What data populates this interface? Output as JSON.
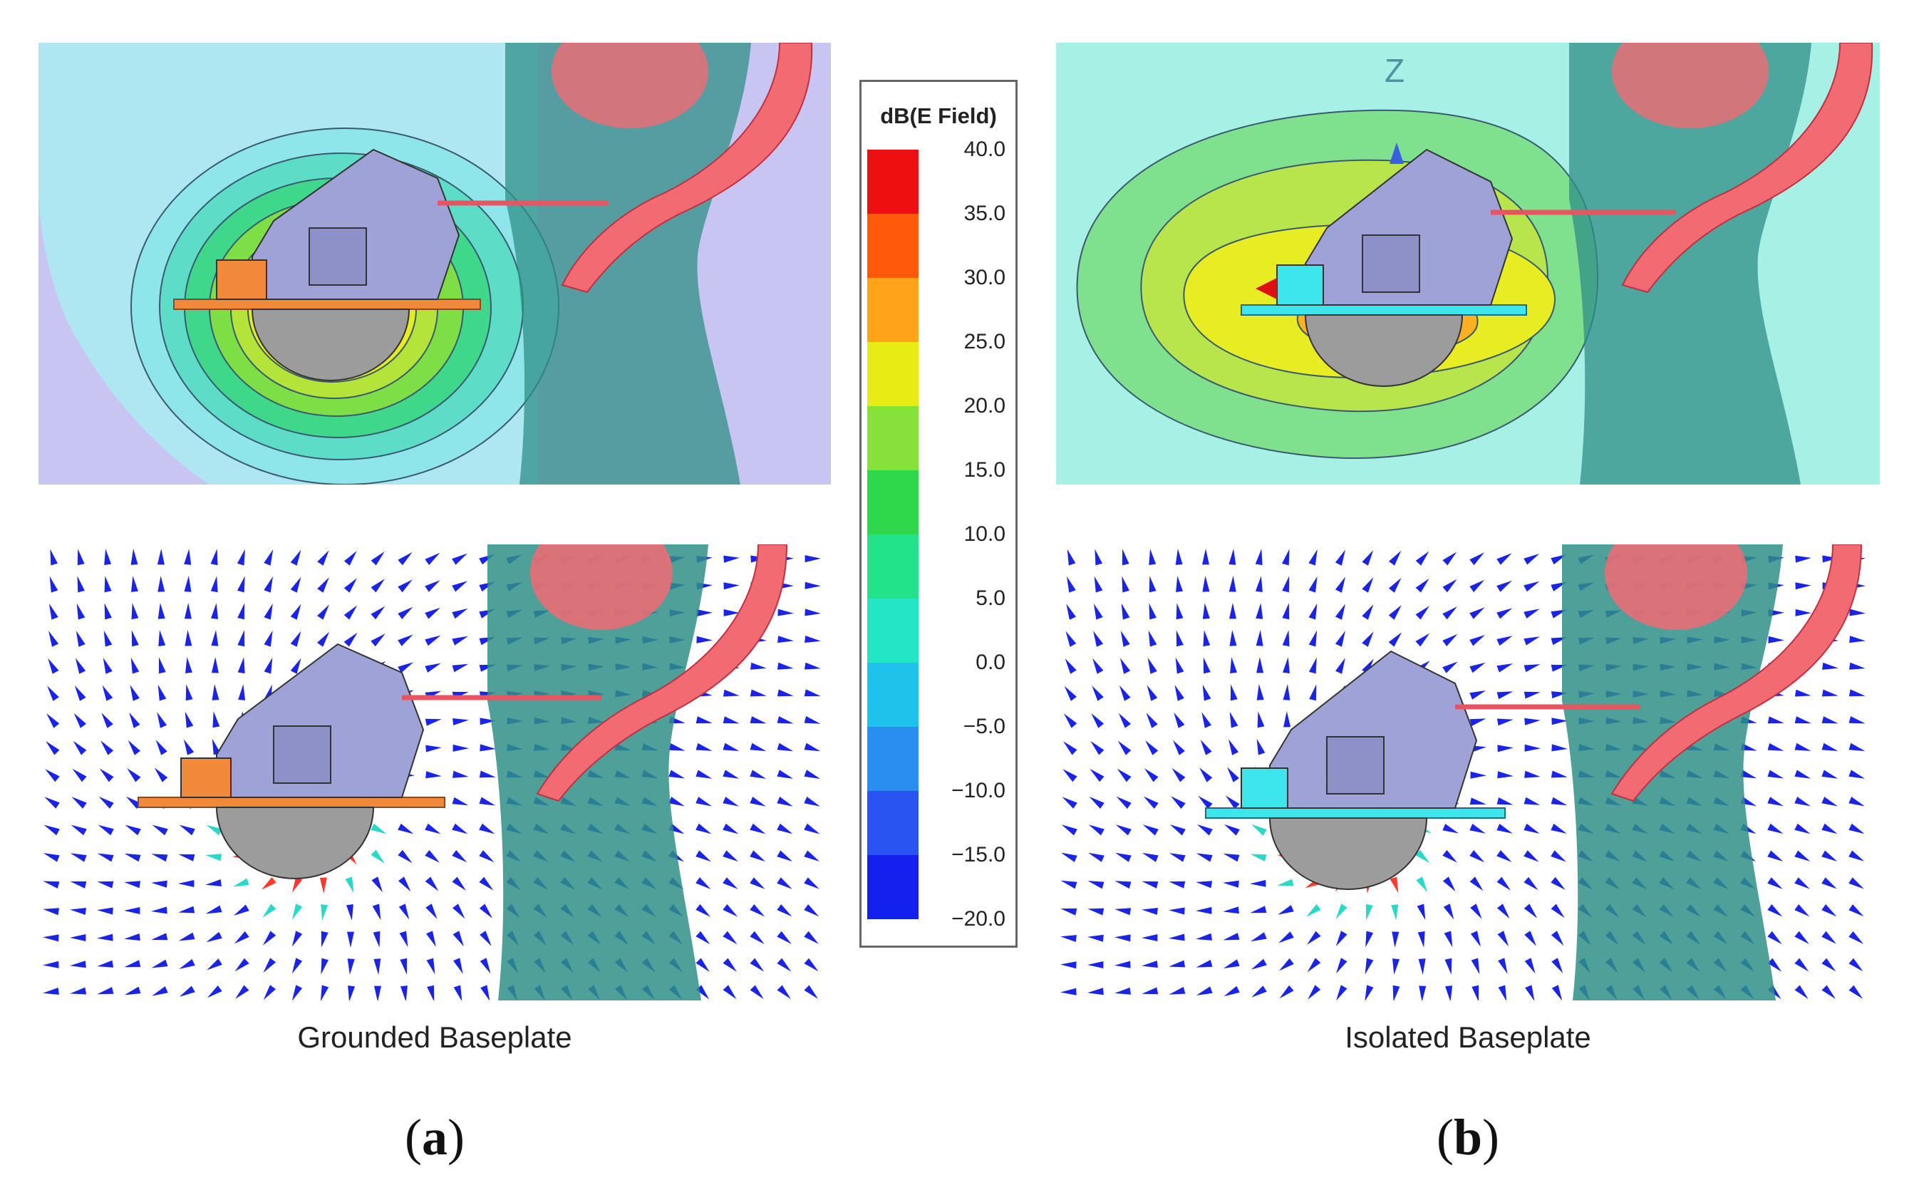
{
  "legend": {
    "title": "dB(E Field)",
    "ticks": [
      "40.0",
      "35.0",
      "30.0",
      "25.0",
      "20.0",
      "15.0",
      "10.0",
      "5.0",
      "0.0",
      "−5.0",
      "−10.0",
      "−15.0",
      "−20.0"
    ],
    "band_colors": [
      "#ee1010",
      "#ff5a0a",
      "#ffa31a",
      "#e8ec14",
      "#86e23a",
      "#2ed84a",
      "#22e28a",
      "#22e6c6",
      "#1ec2ea",
      "#2a8ef0",
      "#2a54f2",
      "#1420ee"
    ]
  },
  "panel_a": {
    "caption": "Grounded Baseplate",
    "label_letter": "a",
    "baseplate_color": "#f08a3a"
  },
  "panel_b": {
    "caption": "Isolated Baseplate",
    "label_letter": "b",
    "baseplate_color": "#3ce6ec",
    "axis_label": "Z"
  },
  "colors": {
    "field_background": "#c9c5f3",
    "torso": "#2f8f86",
    "arm": "#f26b73",
    "saw_body": "#9ea2d6",
    "blade": "#9c9c9c",
    "arrow": "#1a24e6"
  }
}
